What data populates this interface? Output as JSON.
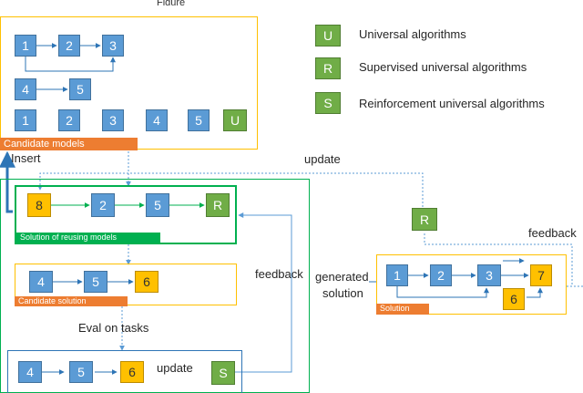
{
  "top_caption": "Figure",
  "legend": [
    {
      "symbol": "U",
      "label": "Universal algorithms"
    },
    {
      "symbol": "R",
      "label": "Supervised universal algorithms"
    },
    {
      "symbol": "S",
      "label": "Reinforcement universal algorithms"
    }
  ],
  "candidate_models": {
    "label": "Candidate models",
    "row1": [
      "1",
      "2",
      "3"
    ],
    "row2": [
      "4",
      "5"
    ],
    "row3": [
      "1",
      "2",
      "3",
      "4",
      "5",
      "U"
    ]
  },
  "labels": {
    "insert": "Insert",
    "update_top": "update",
    "update_bottom": "update",
    "feedback_left": "feedback",
    "feedback_right": "feedback",
    "eval": "Eval on tasks",
    "generated_line1": "generated",
    "generated_line2": "solution"
  },
  "reusing": {
    "label": "Solution of reusing models",
    "nodes": [
      "8",
      "2",
      "5",
      "R"
    ]
  },
  "candidate_solution": {
    "label": "Candidate solution",
    "nodes": [
      "4",
      "5",
      "6"
    ]
  },
  "bottom_row": {
    "nodes": [
      "4",
      "5",
      "6",
      "S"
    ]
  },
  "r_node": "R",
  "solution": {
    "label": "Solution",
    "nodes": [
      "1",
      "2",
      "3",
      "7",
      "6"
    ]
  },
  "colors": {
    "blue": "#5b9bd5",
    "yellow": "#ffc000",
    "green": "#70ad47",
    "orange_tag": "#ed7d31",
    "reuse_tag": "#00b050",
    "frame_yellow": "#ffc000",
    "frame_green": "#00b050",
    "frame_blue": "#2e75b6"
  }
}
